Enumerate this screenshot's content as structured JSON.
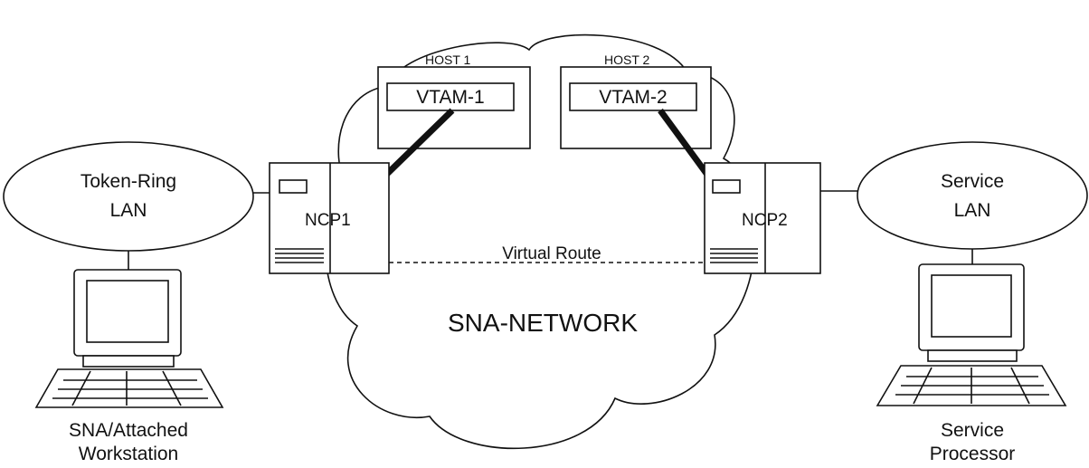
{
  "network": {
    "label": "SNA-NETWORK"
  },
  "hosts": [
    {
      "host_label": "HOST 1",
      "vtam_label": "VTAM-1"
    },
    {
      "host_label": "HOST 2",
      "vtam_label": "VTAM-2"
    }
  ],
  "ncps": [
    {
      "label": "NCP1"
    },
    {
      "label": "NCP2"
    }
  ],
  "lans": [
    {
      "line1": "Token-Ring",
      "line2": "LAN"
    },
    {
      "line1": "Service",
      "line2": "LAN"
    }
  ],
  "route": {
    "label": "Virtual Route"
  },
  "workstations": [
    {
      "line1": "SNA/Attached",
      "line2": "Workstation"
    },
    {
      "line1": "Service",
      "line2": "Processor"
    }
  ]
}
